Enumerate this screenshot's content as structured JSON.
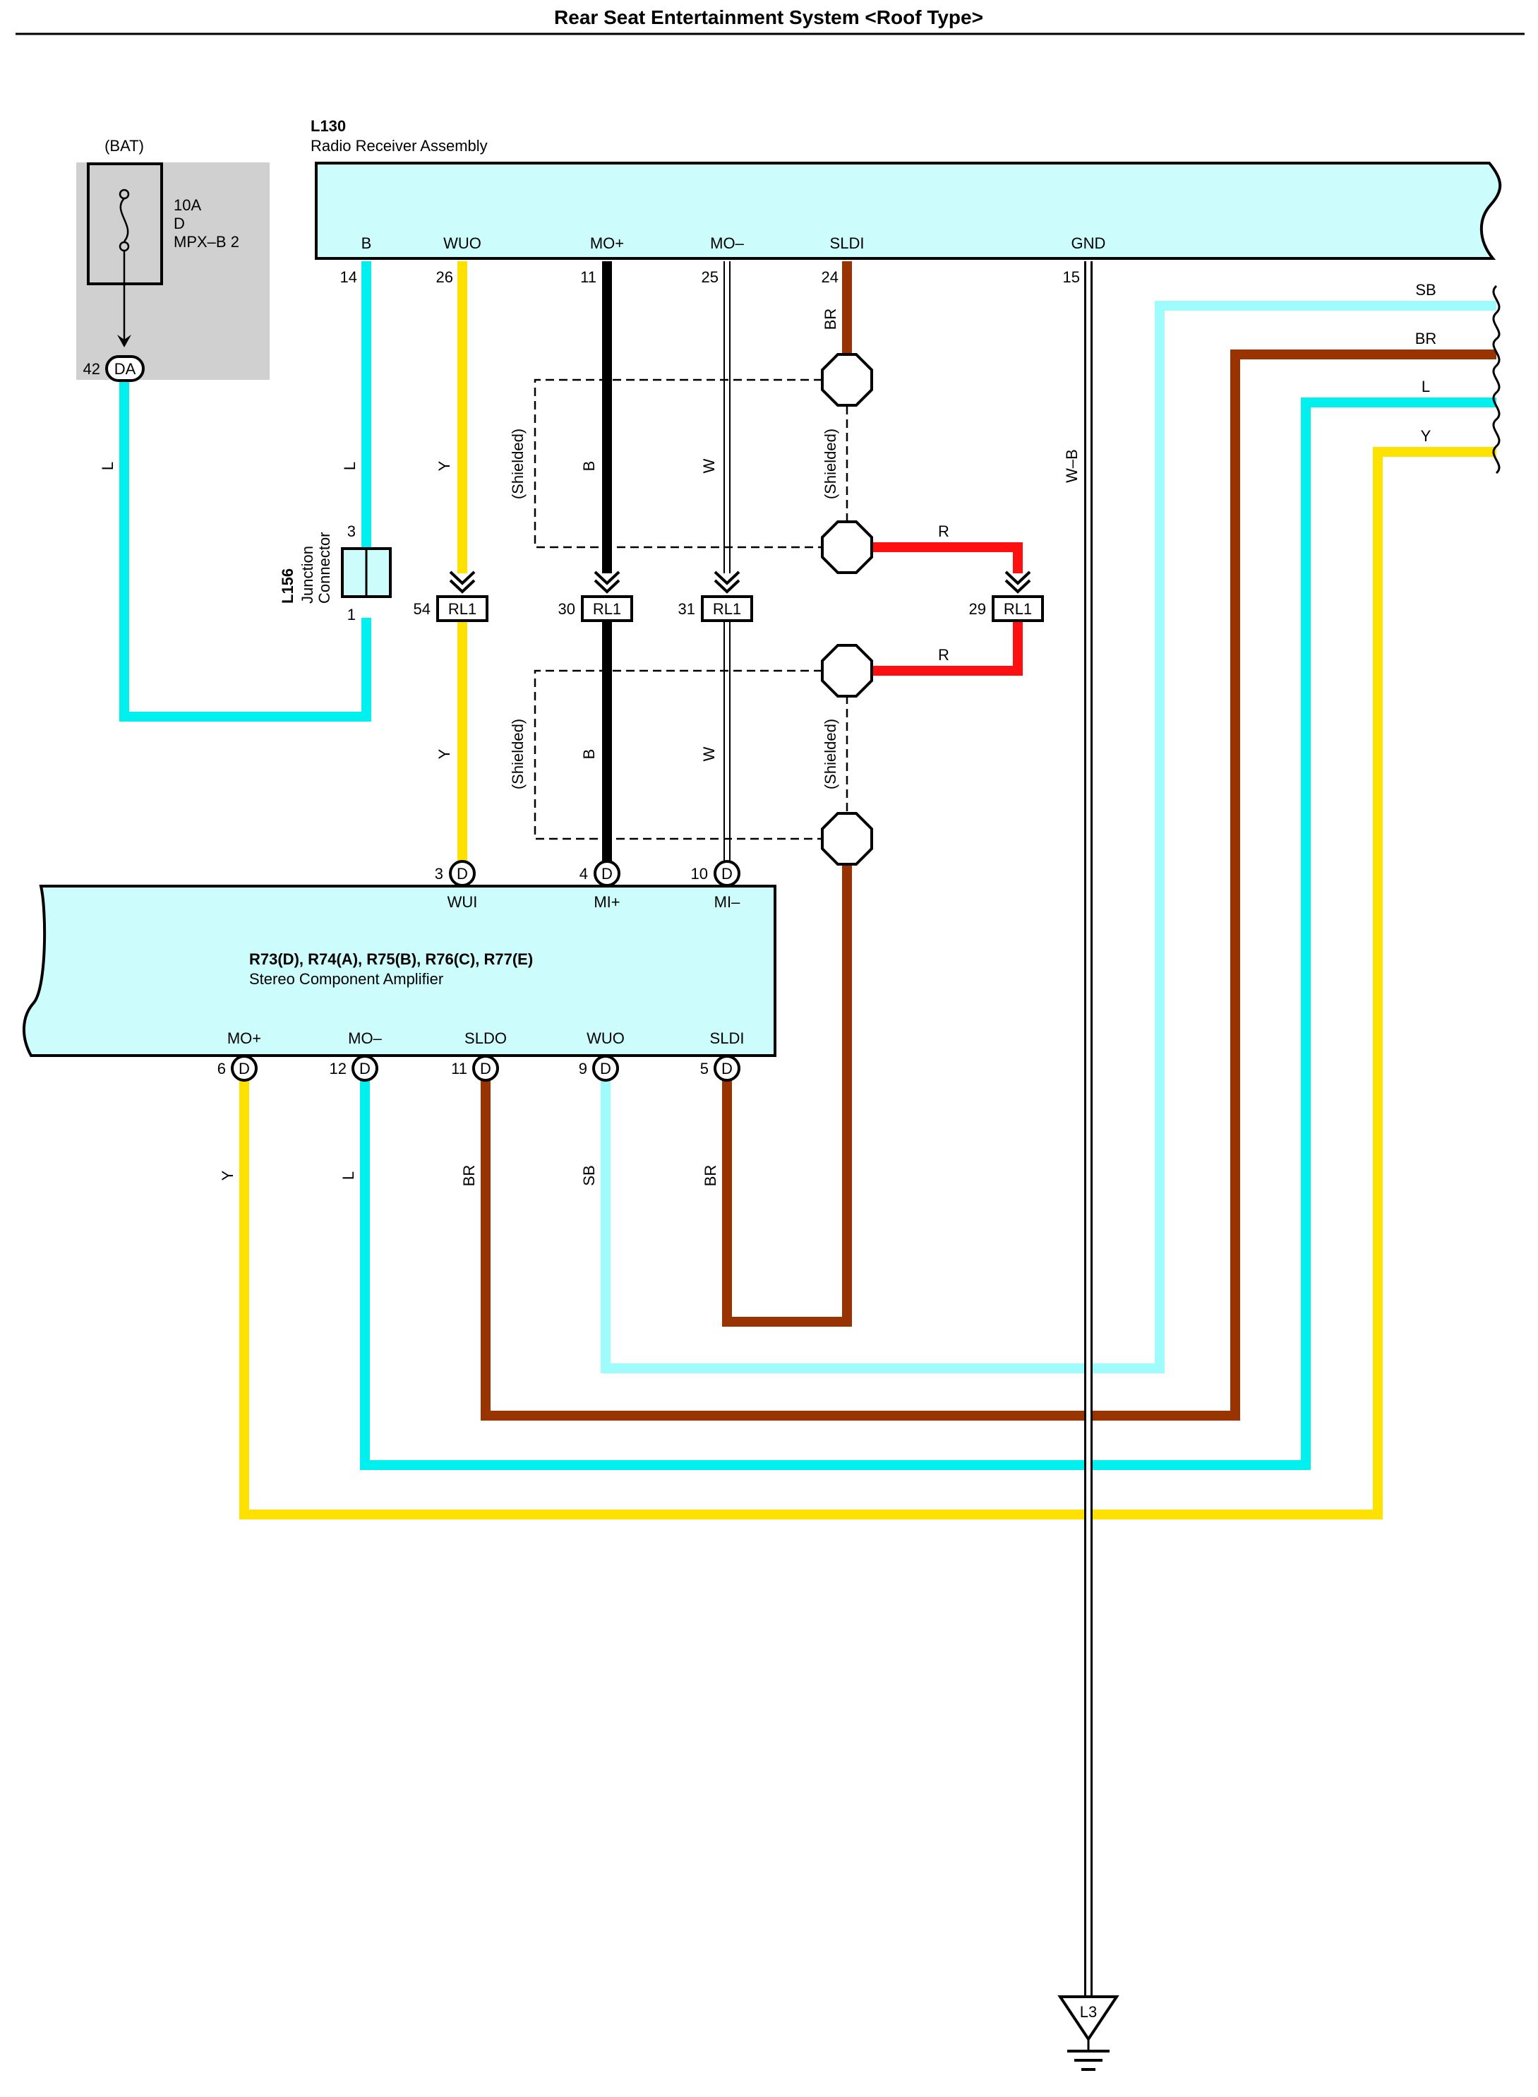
{
  "title": "Rear Seat Entertainment System <Roof Type>",
  "colors": {
    "L": "#00f0f0",
    "SB": "#9ffcfc",
    "Y": "#ffe100",
    "BR": "#993300",
    "R": "#ff1010",
    "B": "#000000",
    "W": "#ffffff",
    "component_fill": "#ccfcfc",
    "fuse_box_fill": "#d0d0d0"
  },
  "fuse": {
    "source": "(BAT)",
    "rating": "10A",
    "box": "D",
    "name": "MPX–B 2",
    "pin": "42",
    "connector": "DA"
  },
  "radio": {
    "code": "L130",
    "name": "Radio Receiver Assembly",
    "terminals": [
      {
        "name": "B",
        "pin": "14"
      },
      {
        "name": "WUO",
        "pin": "26"
      },
      {
        "name": "MO+",
        "pin": "11"
      },
      {
        "name": "MO–",
        "pin": "25"
      },
      {
        "name": "SLDI",
        "pin": "24"
      },
      {
        "name": "GND",
        "pin": "15"
      }
    ]
  },
  "junction": {
    "code": "L156",
    "name_line1": "Junction",
    "name_line2": "Connector",
    "pin_top": "3",
    "pin_bottom": "1"
  },
  "relay_connectors": [
    {
      "pin": "54",
      "label": "RL1"
    },
    {
      "pin": "30",
      "label": "RL1"
    },
    {
      "pin": "31",
      "label": "RL1"
    },
    {
      "pin": "29",
      "label": "RL1"
    }
  ],
  "amplifier": {
    "code": "R73(D), R74(A), R75(B), R76(C), R77(E)",
    "name": "Stereo Component Amplifier",
    "top_terminals": [
      {
        "name": "WUI",
        "pin": "3",
        "conn": "D"
      },
      {
        "name": "MI+",
        "pin": "4",
        "conn": "D"
      },
      {
        "name": "MI–",
        "pin": "10",
        "conn": "D"
      }
    ],
    "bottom_terminals": [
      {
        "name": "MO+",
        "pin": "6",
        "conn": "D"
      },
      {
        "name": "MO–",
        "pin": "12",
        "conn": "D"
      },
      {
        "name": "SLDO",
        "pin": "11",
        "conn": "D"
      },
      {
        "name": "WUO",
        "pin": "9",
        "conn": "D"
      },
      {
        "name": "SLDI",
        "pin": "5",
        "conn": "D"
      }
    ]
  },
  "wire_labels": {
    "fuse_L": "L",
    "b_L": "L",
    "wuo_Y": "Y",
    "mop_B": "B",
    "mom_W": "W",
    "sldi_BR": "BR",
    "gnd_WB": "W–B",
    "shield_upper_left": "(Shielded)",
    "shield_upper_right": "(Shielded)",
    "shield_lower_left": "(Shielded)",
    "shield_lower_right": "(Shielded)",
    "red_upper": "R",
    "red_lower": "R",
    "wui_Y": "Y",
    "mip_B": "B",
    "mim_W": "W",
    "out_mop_Y": "Y",
    "out_mom_L": "L",
    "out_sldo_BR": "BR",
    "out_wuo_SB": "SB",
    "out_sldi_BR": "BR",
    "right_SB": "SB",
    "right_BR": "BR",
    "right_L": "L",
    "right_Y": "Y"
  },
  "ground": {
    "code": "L3"
  }
}
